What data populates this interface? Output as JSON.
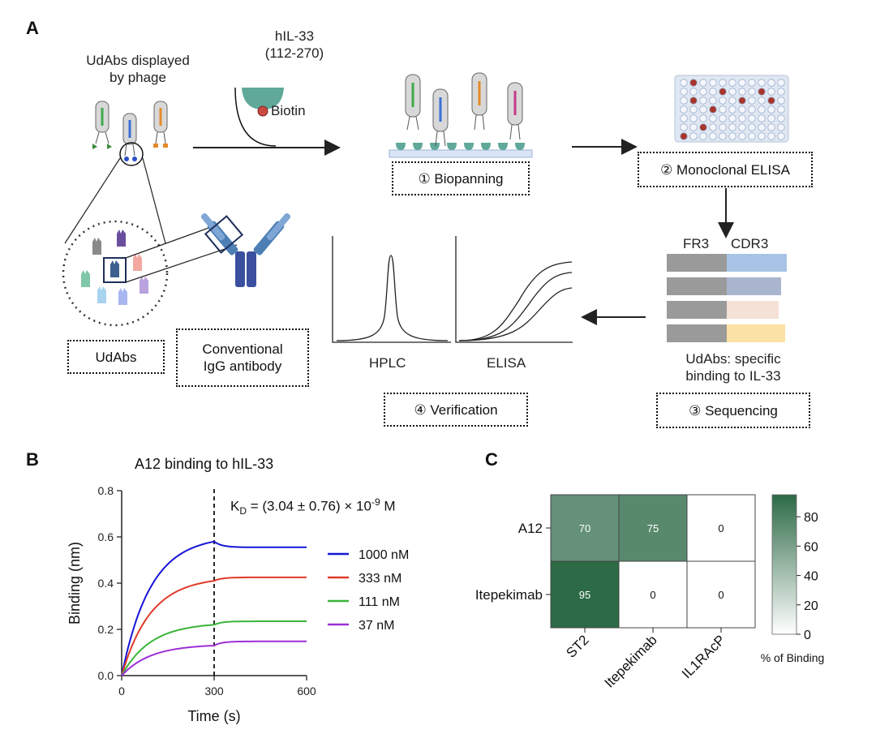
{
  "panelA": {
    "letter": "A",
    "phage_label_line1": "UdAbs displayed",
    "phage_label_line2": "by phage",
    "antigen_line1": "hIL-33",
    "antigen_line2": "(112-270)",
    "biotin": "Biotin",
    "step1": "① Biopanning",
    "step2": "② Monoclonal ELISA",
    "step3": "③ Sequencing",
    "step4": "④ Verification",
    "udabs_box": "UdAbs",
    "igg_line1": "Conventional",
    "igg_line2": "IgG antibody",
    "fr3": "FR3",
    "cdr3": "CDR3",
    "seq_caption_line1": "UdAbs: specific",
    "seq_caption_line2": "binding to IL-33",
    "hplc": "HPLC",
    "elisa": "ELISA",
    "seq_cdr3_colors": [
      "#a7c4e6",
      "#a9b5cf",
      "#f6e1d6",
      "#fbe1a4"
    ],
    "udab_colors": [
      "#8a8a8a",
      "#6a4f9c",
      "#f2a8a0",
      "#7fc7a8",
      "#3b5f8e",
      "#b9a2dd",
      "#a8d4ef",
      "#a9b7f0"
    ]
  },
  "panelB": {
    "letter": "B",
    "kd_text": "K",
    "kd_sub": "D",
    "kd_rest": " = (3.04 ± 0.76) × 10",
    "kd_exp": "-9",
    "kd_unit": " M",
    "chart_data": {
      "type": "line",
      "title": "A12 binding to hIL-33",
      "xlabel": "Time (s)",
      "ylabel": "Binding (nm)",
      "xlim": [
        0,
        600
      ],
      "ylim": [
        0.0,
        0.8
      ],
      "xticks": [
        "0",
        "300",
        "600"
      ],
      "yticks": [
        "0.0",
        "0.2",
        "0.4",
        "0.6",
        "0.8"
      ],
      "dissociation_start": 300,
      "series": [
        {
          "name": "1000 nM",
          "color": "#1515d6",
          "assoc_end": 0.58,
          "diss_end": 0.555
        },
        {
          "name": "333 nM",
          "color": "#e03a2a",
          "assoc_end": 0.41,
          "diss_end": 0.425
        },
        {
          "name": "111 nM",
          "color": "#3ab53a",
          "assoc_end": 0.22,
          "diss_end": 0.235
        },
        {
          "name": "37 nM",
          "color": "#9b2fd6",
          "assoc_end": 0.13,
          "diss_end": 0.148
        }
      ]
    }
  },
  "panelC": {
    "letter": "C",
    "chart_data": {
      "type": "heatmap",
      "rows": [
        "A12",
        "Itepekimab"
      ],
      "columns": [
        "ST2",
        "Itepekimab",
        "IL1RAcP"
      ],
      "values": [
        [
          70,
          75,
          0
        ],
        [
          95,
          0,
          0
        ]
      ],
      "colorbar_label": "% of Binding",
      "colorbar_ticks": [
        "0",
        "20",
        "40",
        "60",
        "80"
      ],
      "colorbar_range": [
        0,
        95
      ],
      "color_low": "#ffffff",
      "color_high": "#2d6a46"
    }
  }
}
